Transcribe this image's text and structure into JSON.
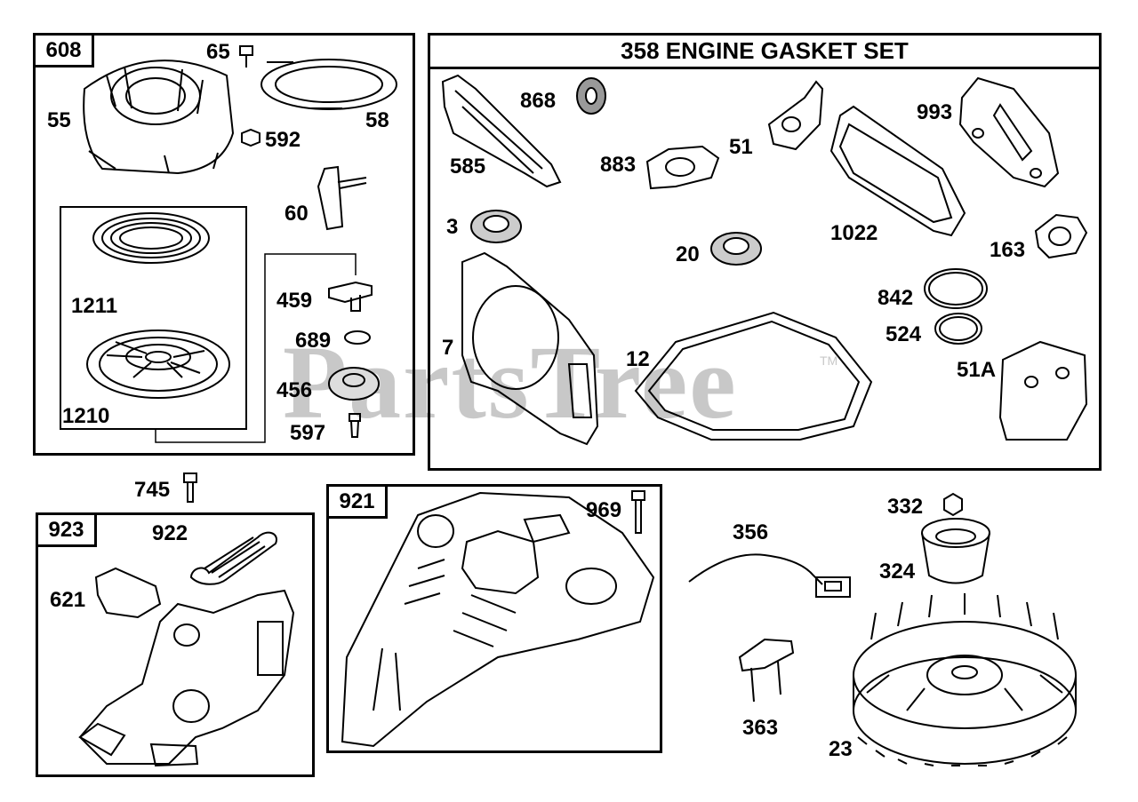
{
  "watermark": {
    "text": "PartsTree",
    "mark": "TM"
  },
  "groups": {
    "recoil_starter": {
      "id": "608"
    },
    "engine_gasket_set": {
      "id": "358",
      "title": "358 ENGINE GASKET SET"
    },
    "governor_control": {
      "id": "923"
    },
    "blower_housing": {
      "id": "921"
    }
  },
  "parts": {
    "p65": "65",
    "p55": "55",
    "p592": "592",
    "p58": "58",
    "p60": "60",
    "p1211": "1211",
    "p1210": "1210",
    "p459": "459",
    "p689": "689",
    "p456": "456",
    "p597": "597",
    "p868": "868",
    "p585": "585",
    "p883": "883",
    "p51": "51",
    "p993": "993",
    "p3": "3",
    "p20": "20",
    "p1022": "1022",
    "p163": "163",
    "p842": "842",
    "p524": "524",
    "p7": "7",
    "p12": "12",
    "p51a": "51A",
    "p745": "745",
    "p922": "922",
    "p621": "621",
    "p969": "969",
    "p332": "332",
    "p356": "356",
    "p324": "324",
    "p363": "363",
    "p23": "23"
  },
  "icons": [
    "starter-housing-icon",
    "rope-icon",
    "spring-icon",
    "pulley-icon",
    "gasket-icon",
    "seal-icon",
    "flywheel-icon",
    "blower-shroud-icon",
    "governor-bracket-icon"
  ]
}
